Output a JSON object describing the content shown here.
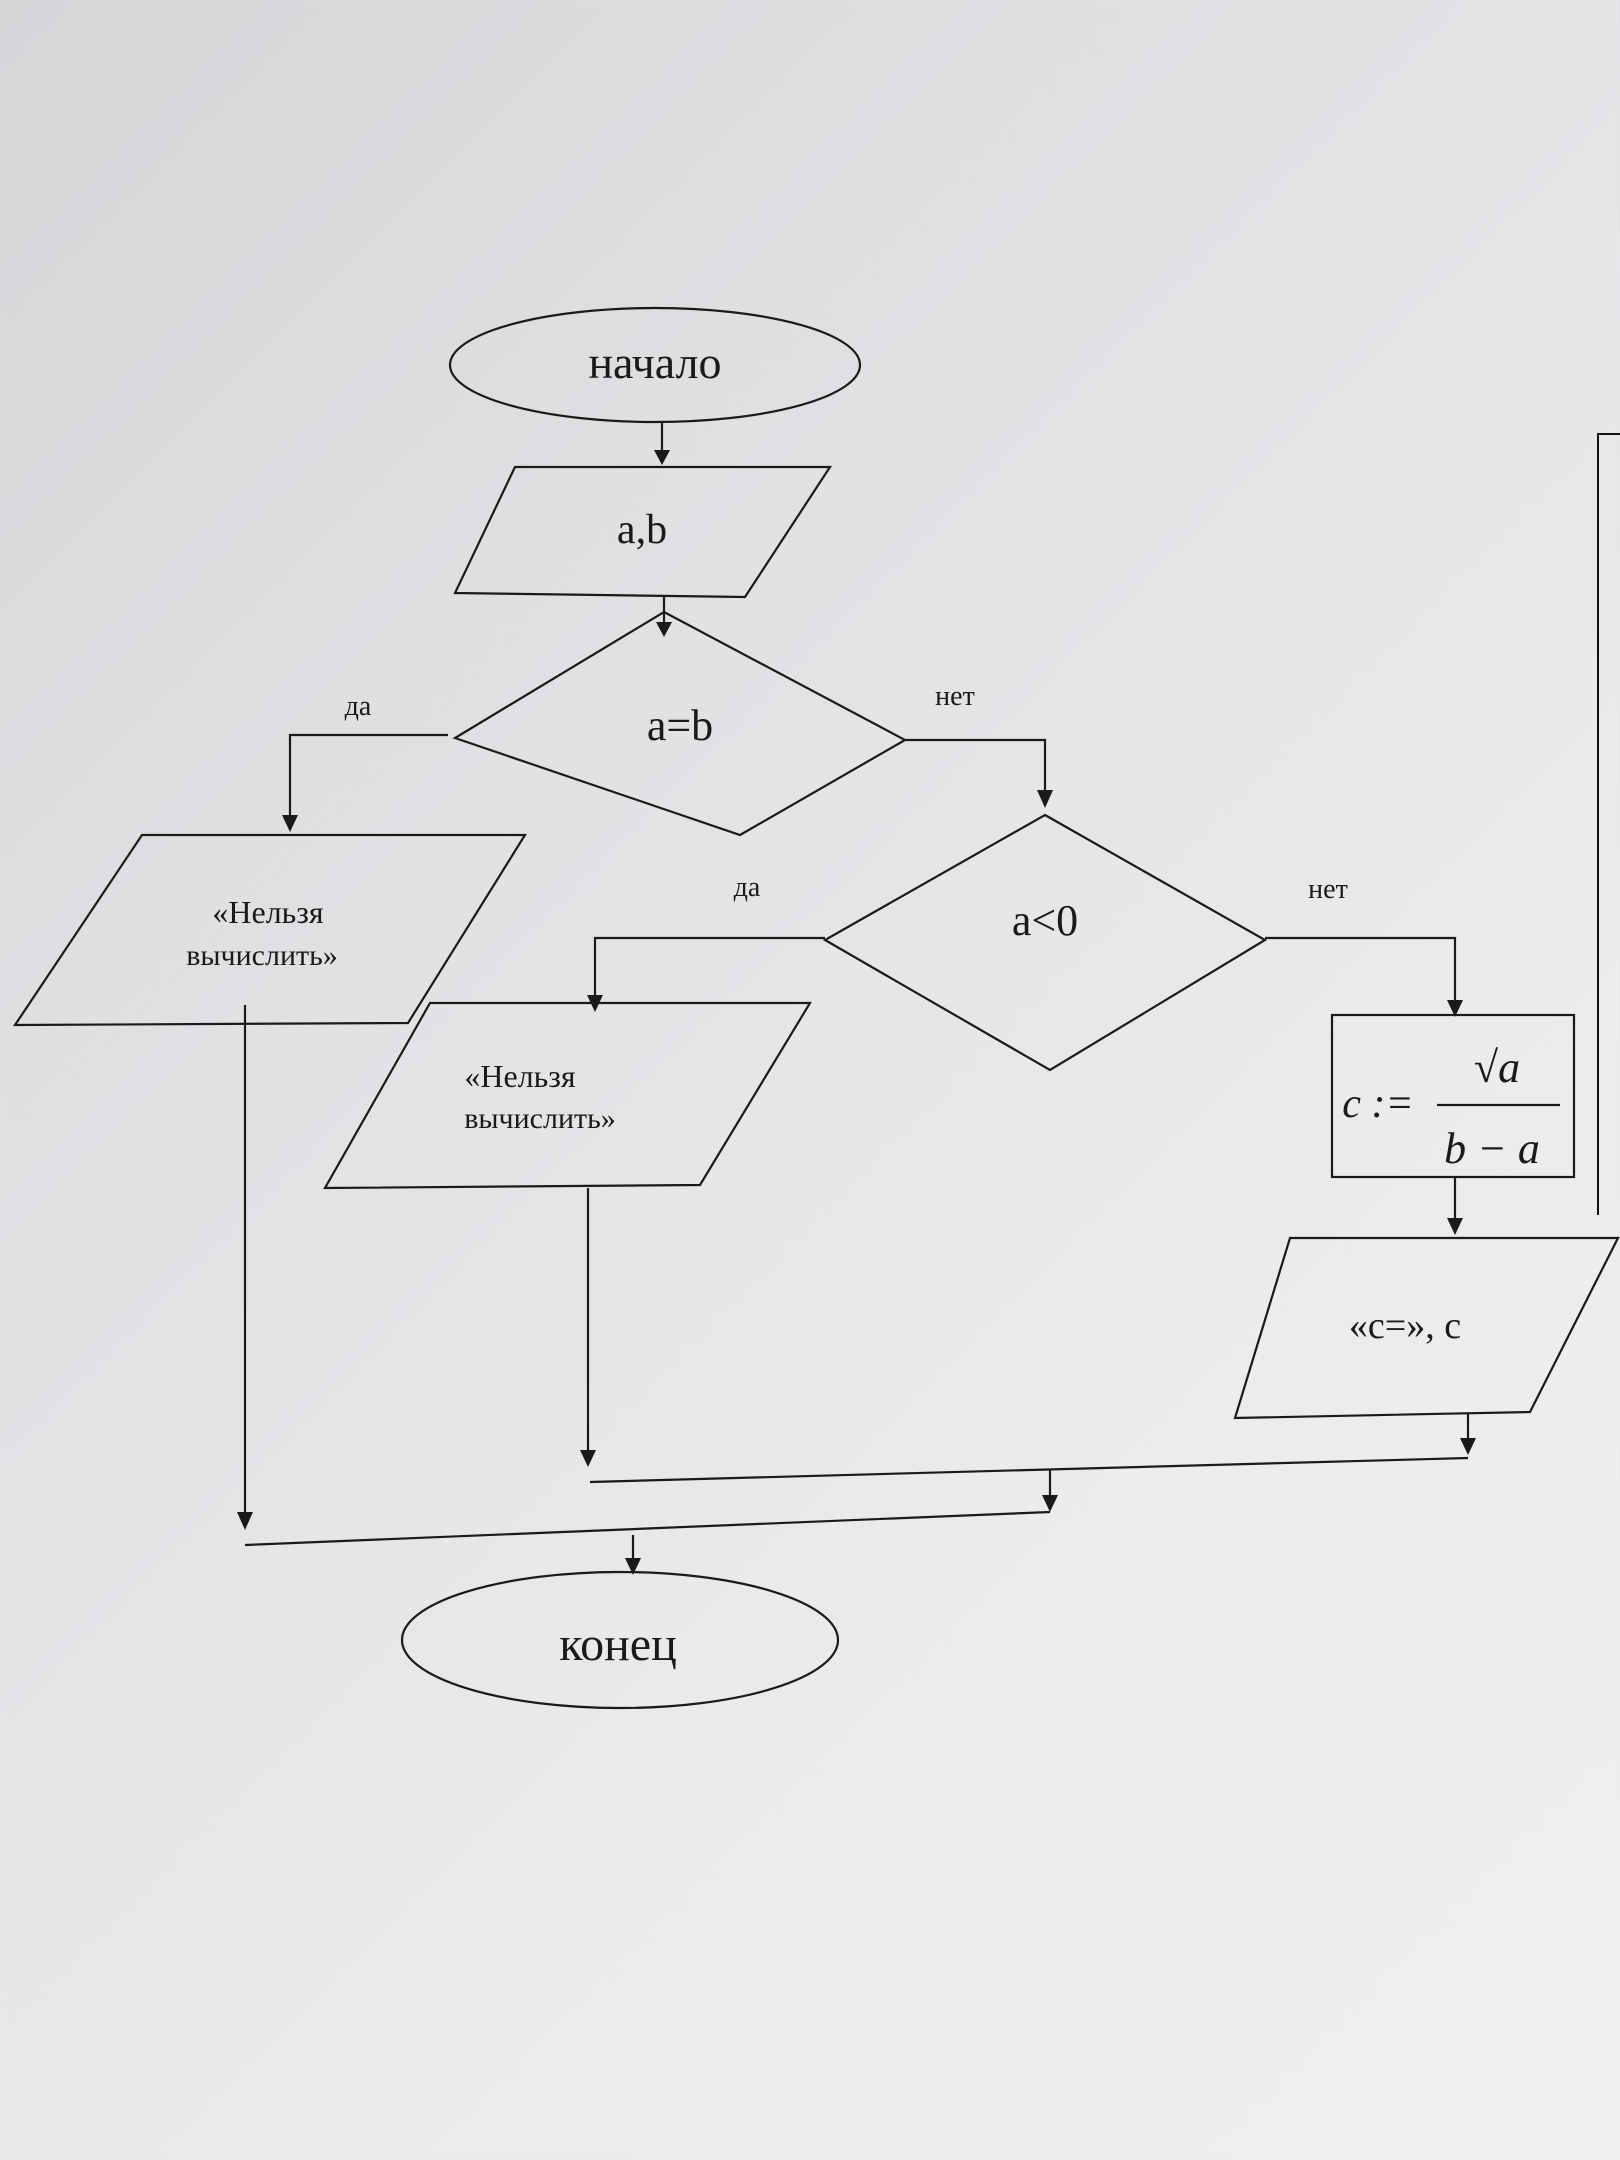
{
  "flowchart": {
    "start": "начало",
    "input": "a,b",
    "decision1": "a=b",
    "decision1_yes": "да",
    "decision1_no": "нет",
    "output1_line1": "«Нельзя",
    "output1_line2": "вычислить»",
    "decision2": "a<0",
    "decision2_yes": "да",
    "decision2_no": "нет",
    "output2_line1": "«Нельзя",
    "output2_line2": "вычислить»",
    "process_lhs": "c :=",
    "process_numerator": "√a",
    "process_denominator": "b − a",
    "output3": "«c=», c",
    "end": "конец"
  }
}
